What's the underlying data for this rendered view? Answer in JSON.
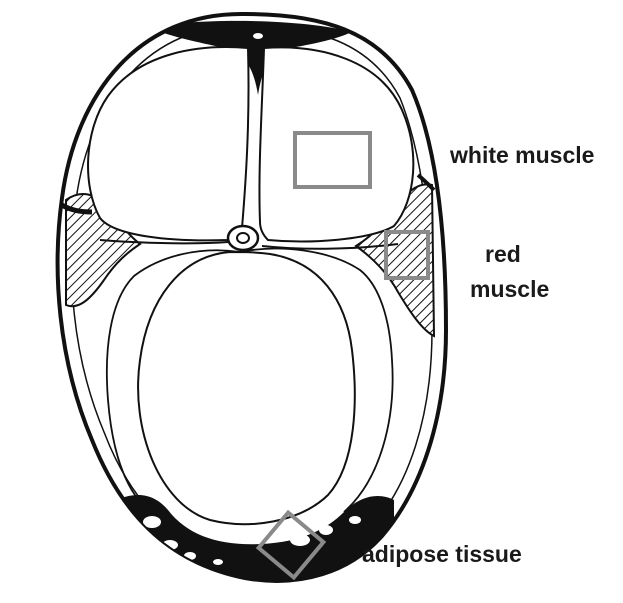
{
  "labels": {
    "white_muscle": "white muscle",
    "red_muscle_line1": "red",
    "red_muscle_line2": "muscle",
    "adipose_tissue": "adipose tissue"
  },
  "colors": {
    "ink": "#111111",
    "box": "#8a8a8a",
    "background": "#ffffff"
  }
}
